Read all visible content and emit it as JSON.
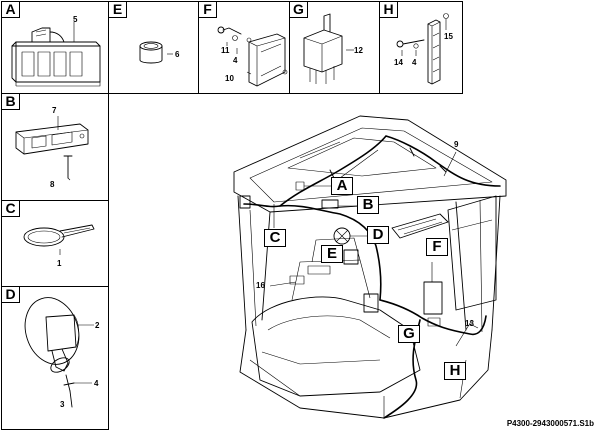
{
  "panels": {
    "A": {
      "label": "A",
      "parts": [
        "5"
      ]
    },
    "B": {
      "label": "B",
      "parts": [
        "7",
        "8"
      ]
    },
    "C": {
      "label": "C",
      "parts": [
        "1"
      ]
    },
    "D": {
      "label": "D",
      "parts": [
        "2",
        "4",
        "3"
      ]
    },
    "E": {
      "label": "E",
      "parts": [
        "6"
      ]
    },
    "F": {
      "label": "F",
      "parts": [
        "11",
        "4",
        "10"
      ]
    },
    "G": {
      "label": "G",
      "parts": [
        "12"
      ]
    },
    "H": {
      "label": "H",
      "parts": [
        "15",
        "14",
        "4"
      ]
    }
  },
  "main": {
    "callouts": [
      "A",
      "B",
      "C",
      "D",
      "E",
      "F",
      "G",
      "H"
    ],
    "parts": [
      "9",
      "16",
      "13"
    ]
  },
  "reference": "P4300-2943000571.S1b"
}
